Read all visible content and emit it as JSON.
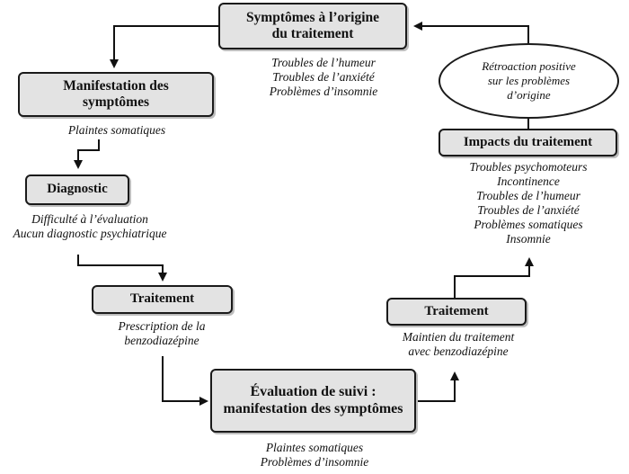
{
  "boxes": {
    "origin": {
      "lines": [
        "Symptômes à l’origine",
        "du traitement"
      ]
    },
    "manifestation": {
      "lines": [
        "Manifestation des",
        "symptômes"
      ]
    },
    "diagnostic": {
      "lines": [
        "Diagnostic"
      ]
    },
    "traitement1": {
      "lines": [
        "Traitement"
      ]
    },
    "evaluation": {
      "lines": [
        "Évaluation de suivi :",
        "manifestation des symptômes"
      ]
    },
    "traitement2": {
      "lines": [
        "Traitement"
      ]
    },
    "impacts": {
      "lines": [
        "Impacts du traitement"
      ]
    },
    "retroaction": {
      "lines": [
        "Rétroaction positive",
        "sur les problèmes",
        "d’origine"
      ]
    }
  },
  "notes": {
    "origin": [
      "Troubles de l’humeur",
      "Troubles de l’anxiété",
      "Problèmes d’insomnie"
    ],
    "manifestation": [
      "Plaintes somatiques"
    ],
    "diagnostic": [
      "Difficulté à l’évaluation",
      "Aucun diagnostic psychiatrique"
    ],
    "traitement1": [
      "Prescription de la",
      "benzodiazépine"
    ],
    "evaluation": [
      "Plaintes somatiques",
      "Problèmes d’insomnie"
    ],
    "traitement2": [
      "Maintien du traitement",
      "avec benzodiazépine"
    ],
    "impacts": [
      "Troubles psychomoteurs",
      "Incontinence",
      "Troubles de l’humeur",
      "Troubles de l’anxiété",
      "Problèmes somatiques",
      "Insomnie"
    ]
  }
}
